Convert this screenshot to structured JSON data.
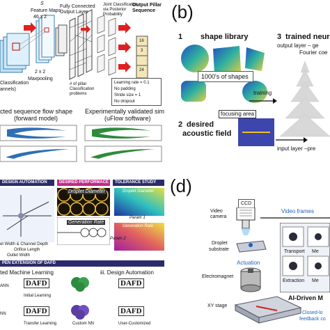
{
  "panel_a": {
    "feature_maps": "Feature Maps",
    "fm_size": "46 x 2",
    "s2": "S",
    "fc_layer": "Fully Connected Output Layer",
    "joint": "Joint Classification via Posterior Probability",
    "output_title": "Output Pillar Sequence",
    "seq_values": [
      "16",
      "3",
      "24"
    ],
    "pool_size": "2 x 2",
    "maxpooling": "Maxpooling",
    "classification": "Classification",
    "channels": "annels)",
    "num_classes": "# of pillar Classification problems",
    "params": [
      "Learning rate = 0.1",
      "No padding",
      "Stride size = 1",
      "No dropout"
    ],
    "predicted": "cted sequence flow shape",
    "forward": "(forward model)",
    "validated": "Experimentally validated simulation",
    "uflow": "(uFlow software)"
  },
  "panel_b": {
    "label": "(b)",
    "num1": "1",
    "shape_library": "shape library",
    "num3": "3",
    "trained": "trained neura",
    "output_layer": "output layer – ge",
    "fourier": "Fourier coe",
    "count": "1000's of shapes",
    "training": "training",
    "focusing": "focusing area",
    "num2": "2",
    "desired": "desired",
    "acoustic": "acoustic field",
    "input_layer": "input layer –pre"
  },
  "panel_c": {
    "design_automation": "DESIGN AUTOMATION",
    "desired_perf": "DESIRED PERFORMACE",
    "tolerance": "TOLERANCE STUDY",
    "droplet": "Droplet Diameter",
    "generation": "Generation Rate",
    "param1": "Param 1",
    "param2": "Param 2",
    "widths": "et Width & Channel Depth",
    "orifice": "Orifice Length",
    "outlet": "Outlet Width",
    "extension": "PEN EXTENSION OF DAFD",
    "aml": "ted Machine Learning",
    "iii": "iii. Design Automation",
    "initial": "Initial Learning",
    "transfer": "Transfer Learning",
    "custom_nn": "Custom NN",
    "user_custom": "User-Customized",
    "dafd": "DAFD",
    "nn": "NN",
    "ann": "ANN"
  },
  "panel_d": {
    "label": "(d)",
    "ccd": "CCD",
    "video_camera": "Video camera",
    "video_frames": "Video frames",
    "droplet": "Droplet",
    "substrate": "substrate",
    "actuation": "Actuation",
    "electromagnet": "Electromagnet",
    "xy_stage": "XY stage",
    "transport": "Transport",
    "me1": "Me",
    "extraction": "Extraction",
    "me2": "Me",
    "ai_driven": "AI-Driven M",
    "closed_loop": "Closed-lo",
    "feedback": "feedback co"
  },
  "colors": {
    "red_arrow": "#e02020",
    "blue_shape": "#2f6fb5",
    "green_shape": "#2e8b3c",
    "header_dark": "#2b2b6b",
    "header_pink": "#c0288a",
    "video_blue": "#1f5fbf"
  }
}
